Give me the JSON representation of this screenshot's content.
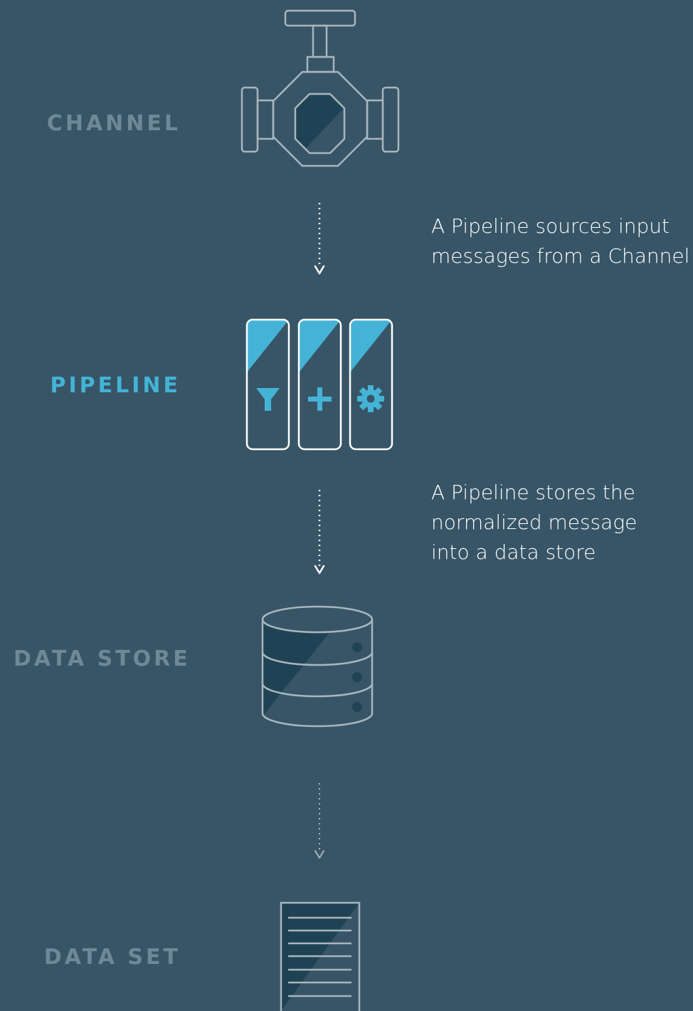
{
  "stages": {
    "channel": "CHANNEL",
    "pipeline": "PIPELINE",
    "data_store": "DATA STORE",
    "data_set": "DATA SET"
  },
  "descriptions": {
    "pipeline_input": [
      "A Pipeline sources input",
      "messages from a Channel"
    ],
    "pipeline_output": [
      "A Pipeline stores the",
      "normalized message",
      "into a data store"
    ]
  },
  "colors": {
    "background": "#375566",
    "accent": "#44b3d6",
    "muted_label": "#6f8897",
    "icon_outline": "#a8b6be",
    "icon_fill": "#1f4354"
  },
  "icons": {
    "channel": "valve-icon",
    "pipeline": "pipeline-activities-icon",
    "pipeline_activities": [
      "filter-icon",
      "plus-icon",
      "gear-icon"
    ],
    "data_store": "database-icon",
    "data_set": "document-icon"
  }
}
